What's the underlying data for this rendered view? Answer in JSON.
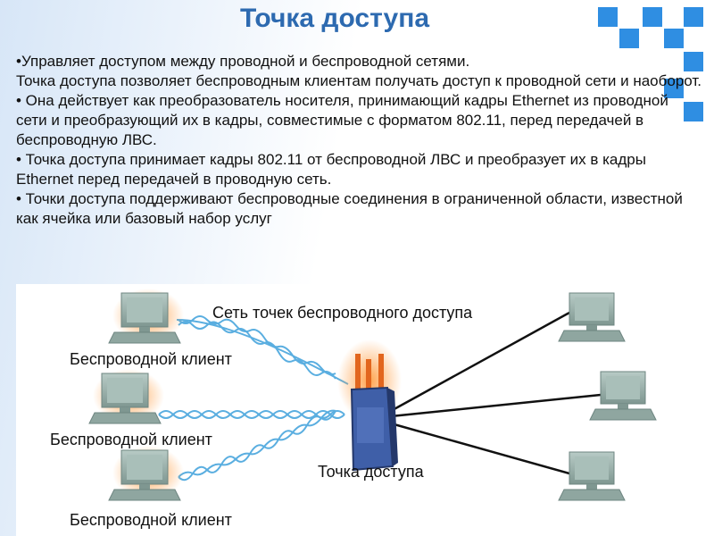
{
  "title": "Точка доступа",
  "paragraphs": [
    "•Управляет доступом между проводной и беспроводной сетями.",
    "Точка доступа позволяет беспроводным клиентам получать доступ к проводной сети и наоборот.",
    "• Она действует как преобразователь носителя, принимающий кадры Ethernet из проводной сети и преобразующий их в кадры, совместимые с форматом 802.11, перед передачей в беспроводную ЛВС.",
    "• Точка доступа принимает кадры 802.11 от беспроводной ЛВС и преобразует их в кадры Ethernet перед передачей в проводную сеть.",
    "• Точки доступа поддерживают беспроводные соединения в ограниченной области, известной как ячейка или базовый набор услуг"
  ],
  "diagram": {
    "network_label": "Сеть точек беспроводного доступа",
    "client_label_1": "Беспроводной клиент",
    "client_label_2": "Беспроводной клиент",
    "client_label_3": "Беспроводной клиент",
    "ap_label": "Точка доступа"
  },
  "colors": {
    "accent": "#2d6ab0",
    "deco": "#2f8ee2",
    "wave": "#5aaee0",
    "computer": "#8fa6a0",
    "ap_body": "#3f5fa8",
    "antenna": "#e2661e"
  }
}
